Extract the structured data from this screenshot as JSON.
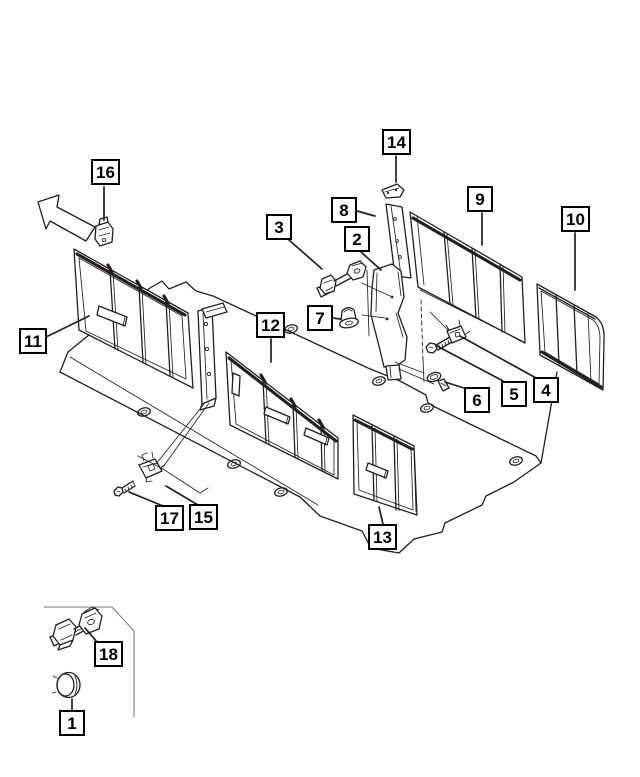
{
  "page": {
    "background": "#ffffff",
    "line_color": "#231f20",
    "box_border_color": "#000000"
  },
  "diagram": {
    "kind": "exploded-parts-diagram",
    "direction_arrow": "up-left",
    "callouts": [
      {
        "label": "1",
        "part": "round-plug"
      },
      {
        "label": "2",
        "part": "pillar-cover"
      },
      {
        "label": "3",
        "part": "striker-small"
      },
      {
        "label": "4",
        "part": "clip-nut-right"
      },
      {
        "label": "5",
        "part": "screw-right"
      },
      {
        "label": "6",
        "part": "push-pin"
      },
      {
        "label": "7",
        "part": "clip-grommet"
      },
      {
        "label": "8",
        "part": "pillar-panel"
      },
      {
        "label": "9",
        "part": "upper-panel-left"
      },
      {
        "label": "10",
        "part": "upper-panel-right"
      },
      {
        "label": "11",
        "part": "lower-panel-left"
      },
      {
        "label": "12",
        "part": "lower-panel-center"
      },
      {
        "label": "13",
        "part": "lower-panel-right"
      },
      {
        "label": "14",
        "part": "pillar-cap"
      },
      {
        "label": "15",
        "part": "clip-nut-left"
      },
      {
        "label": "16",
        "part": "clip-small"
      },
      {
        "label": "17",
        "part": "screw-left"
      },
      {
        "label": "18",
        "part": "striker-large"
      }
    ]
  }
}
